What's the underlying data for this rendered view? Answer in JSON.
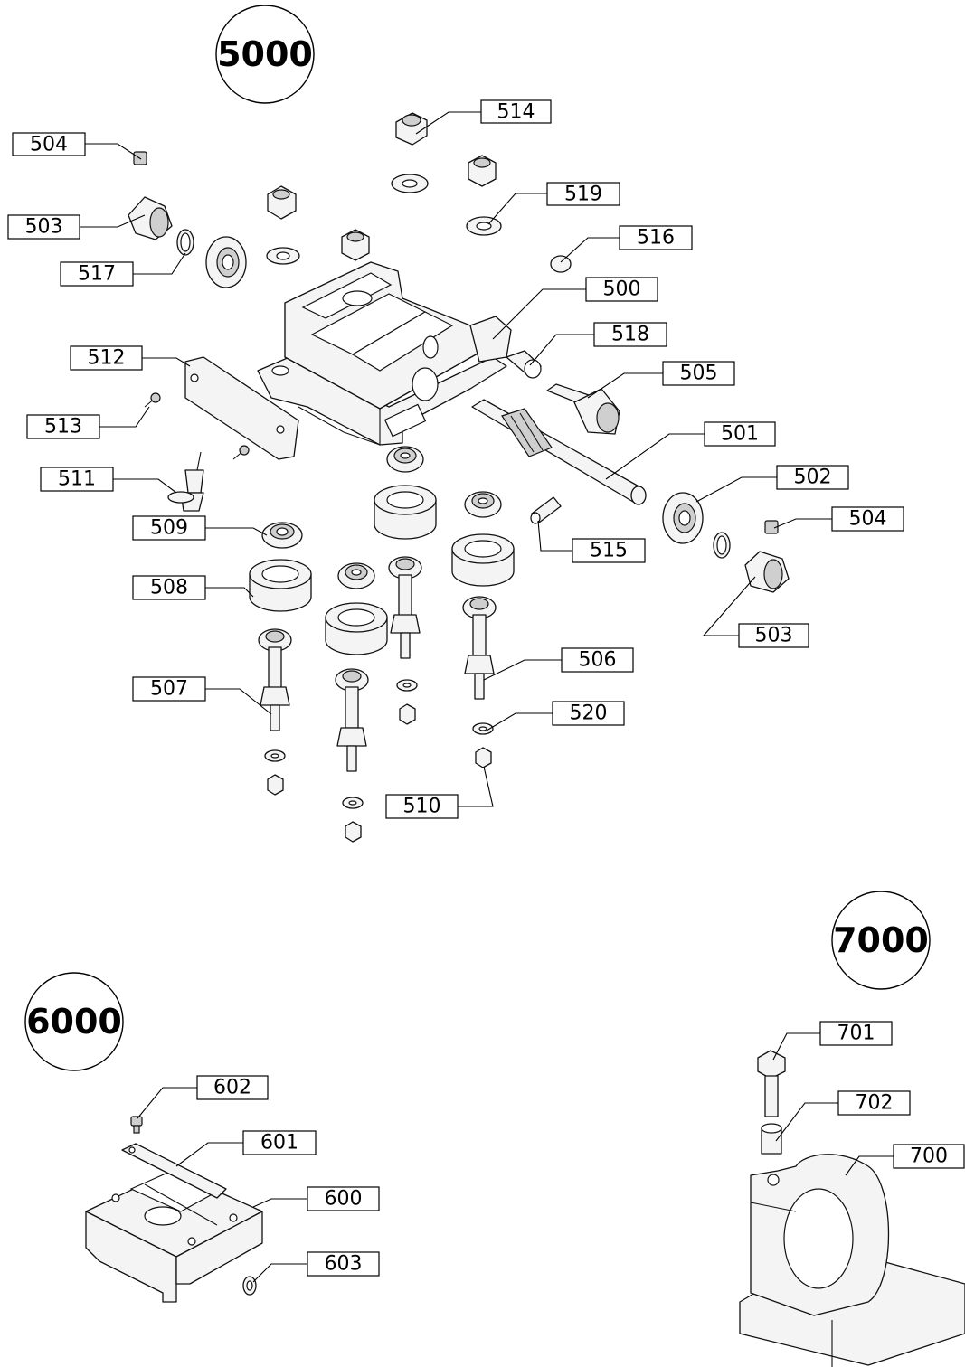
{
  "assemblies": [
    {
      "id": "5000",
      "label": "5000"
    },
    {
      "id": "6000",
      "label": "6000"
    },
    {
      "id": "7000",
      "label": "7000"
    }
  ],
  "callouts": {
    "c500": "500",
    "c501": "501",
    "c502": "502",
    "c503a": "503",
    "c503b": "503",
    "c504a": "504",
    "c504b": "504",
    "c505": "505",
    "c506": "506",
    "c507": "507",
    "c508": "508",
    "c509": "509",
    "c510": "510",
    "c511": "511",
    "c512": "512",
    "c513": "513",
    "c514": "514",
    "c515": "515",
    "c516": "516",
    "c517": "517",
    "c518": "518",
    "c519": "519",
    "c520": "520",
    "c600": "600",
    "c601": "601",
    "c602": "602",
    "c603": "603",
    "c700": "700",
    "c701": "701",
    "c702": "702"
  }
}
